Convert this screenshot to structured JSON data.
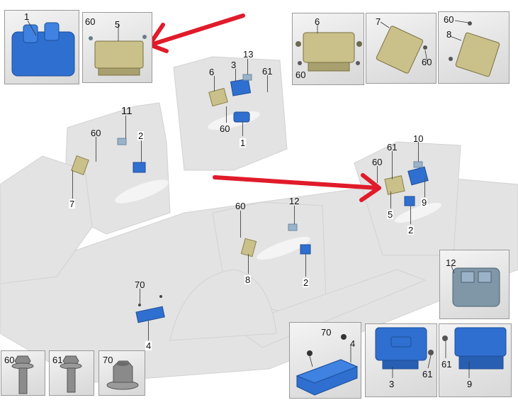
{
  "diagram": {
    "title": "Door control unit locations (exploded parts diagram)",
    "colors": {
      "control_unit_tan": "#c9c08a",
      "switch_blue": "#2f6fcf",
      "arrow_red": "#e01b2a",
      "body_ghost": "#dcdcdc",
      "frame_border": "#9a9a9a"
    },
    "insets": [
      {
        "id": "inset-1",
        "labels": [
          "1"
        ],
        "content": "window switch (blue)"
      },
      {
        "id": "inset-5",
        "labels": [
          "60",
          "5"
        ],
        "content": "control unit 5 with bolts 60"
      },
      {
        "id": "inset-6",
        "labels": [
          "6",
          "60"
        ],
        "content": "control unit 6 with bolts 60"
      },
      {
        "id": "inset-7",
        "labels": [
          "7",
          "60"
        ],
        "content": "control unit 7 with bolts 60"
      },
      {
        "id": "inset-8",
        "labels": [
          "60",
          "8"
        ],
        "content": "control unit 8 with bolts 60"
      },
      {
        "id": "inset-12",
        "labels": [
          "12"
        ],
        "content": "switch 12"
      },
      {
        "id": "inset-4",
        "labels": [
          "70",
          "4"
        ],
        "content": "module 4 with nuts 70"
      },
      {
        "id": "inset-3",
        "labels": [
          "3",
          "61"
        ],
        "content": "module 3 with bolt 61"
      },
      {
        "id": "inset-9",
        "labels": [
          "61",
          "9"
        ],
        "content": "module 9 with bolt 61"
      },
      {
        "id": "inset-60",
        "labels": [
          "60"
        ],
        "content": "bolt 60"
      },
      {
        "id": "inset-61",
        "labels": [
          "61"
        ],
        "content": "bolt 61"
      },
      {
        "id": "inset-70",
        "labels": [
          "70"
        ],
        "content": "nut 70"
      }
    ],
    "callouts_main": [
      {
        "id": "c-6",
        "text": "6"
      },
      {
        "id": "c-3",
        "text": "3"
      },
      {
        "id": "c-13",
        "text": "13"
      },
      {
        "id": "c-61a",
        "text": "61"
      },
      {
        "id": "c-60a",
        "text": "60"
      },
      {
        "id": "c-1",
        "text": "1"
      },
      {
        "id": "c-11",
        "text": "11"
      },
      {
        "id": "c-60b",
        "text": "60"
      },
      {
        "id": "c-2a",
        "text": "2"
      },
      {
        "id": "c-7",
        "text": "7"
      },
      {
        "id": "c-10",
        "text": "10"
      },
      {
        "id": "c-61b",
        "text": "61"
      },
      {
        "id": "c-60c",
        "text": "60"
      },
      {
        "id": "c-9",
        "text": "9"
      },
      {
        "id": "c-5",
        "text": "5"
      },
      {
        "id": "c-2b",
        "text": "2"
      },
      {
        "id": "c-60d",
        "text": "60"
      },
      {
        "id": "c-12",
        "text": "12"
      },
      {
        "id": "c-8",
        "text": "8"
      },
      {
        "id": "c-2c",
        "text": "2"
      },
      {
        "id": "c-70",
        "text": "70"
      },
      {
        "id": "c-4",
        "text": "4"
      }
    ],
    "annotations": [
      {
        "id": "arrow-top",
        "type": "red-arrow",
        "points_to": "inset-5 control unit 5"
      },
      {
        "id": "arrow-mid",
        "type": "red-arrow",
        "points_to": "control unit 5 on rear door"
      }
    ]
  }
}
